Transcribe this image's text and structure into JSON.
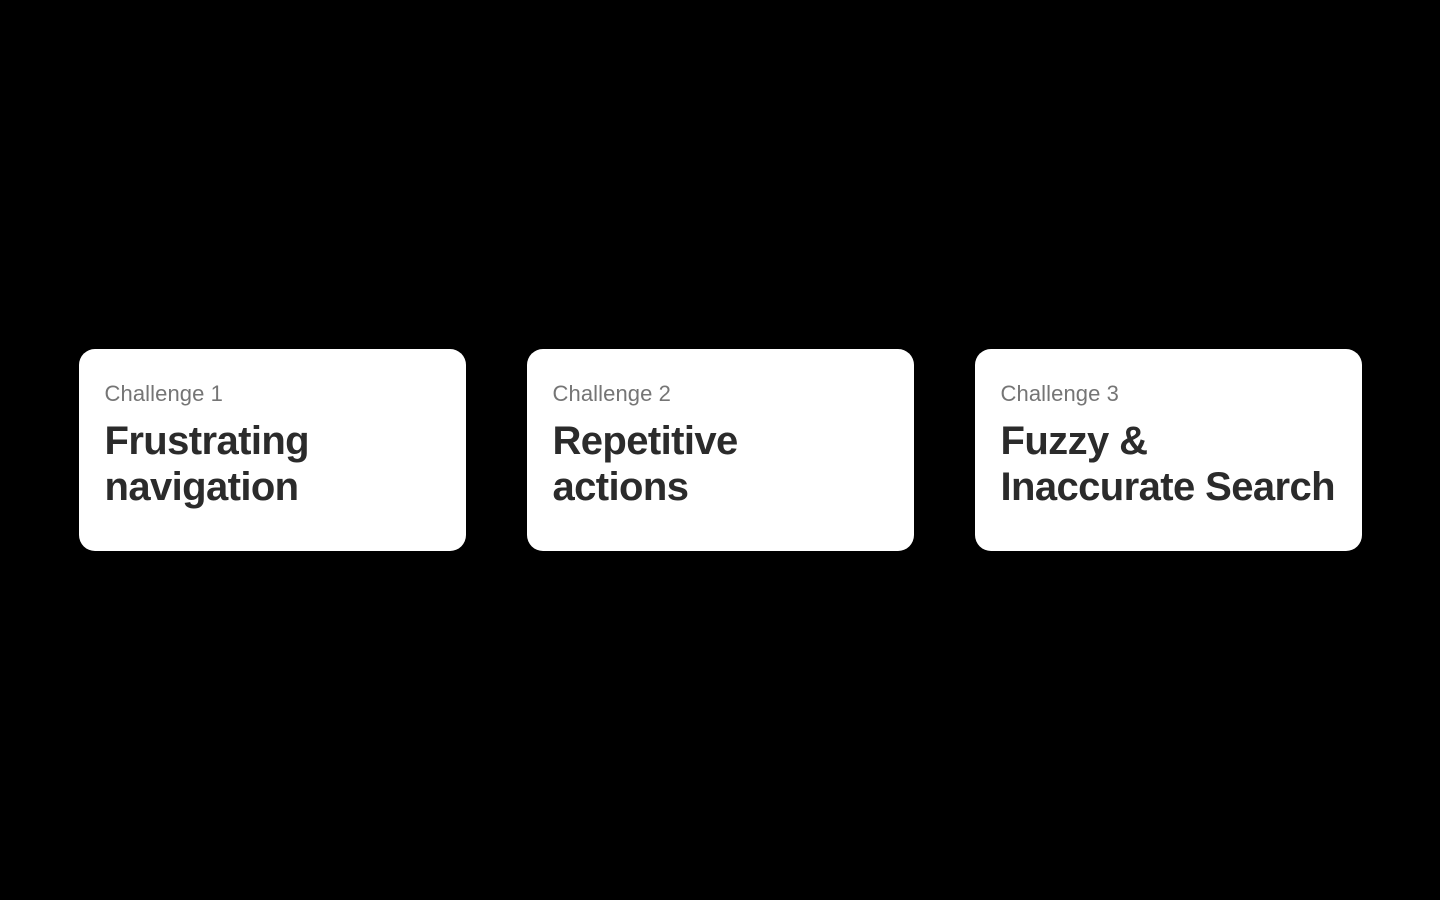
{
  "page": {
    "background_color": "#000000"
  },
  "colors": {
    "card_background": "#ffffff",
    "label_gray": "#757575",
    "title_dark": "#2b2b2b"
  },
  "cards": [
    {
      "label": "Challenge 1",
      "title": "Frustrating\nnavigation"
    },
    {
      "label": "Challenge 2",
      "title": "Repetitive\nactions"
    },
    {
      "label": "Challenge 3",
      "title": "Fuzzy &\nInaccurate Search"
    }
  ]
}
